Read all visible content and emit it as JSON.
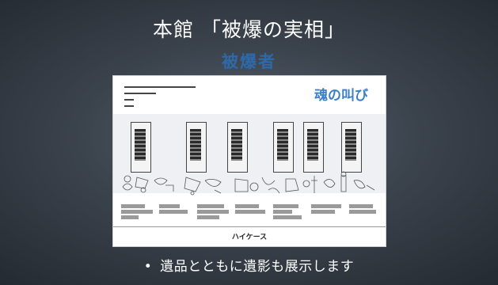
{
  "slide": {
    "title": "本館 「被爆の実相」",
    "subtitle": "被爆者",
    "panel": {
      "title": "魂の叫び",
      "footer": "ハイケース"
    },
    "bullet_text": "遺品とともに遺影も展示します"
  }
}
